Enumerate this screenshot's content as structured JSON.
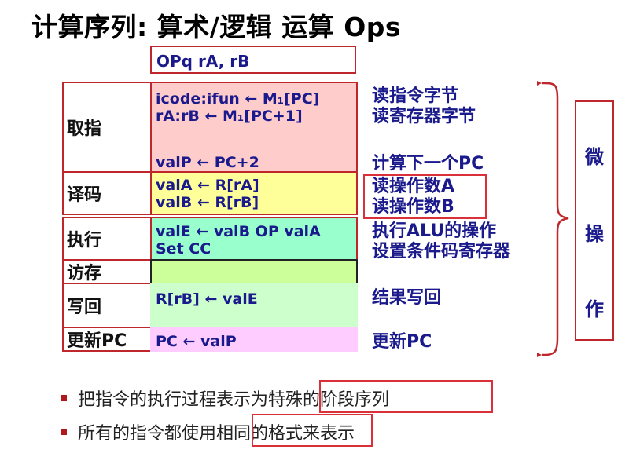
{
  "title": "计算序列: 算术/逻辑 运算 Ops",
  "instruction": "OPq rA, rB",
  "stages": [
    {
      "label": "取指",
      "ops": [
        "icode:ifun ← M₁[PC]",
        "rA:rB ← M₁[PC+1]",
        "",
        "valP ← PC+2"
      ],
      "descs": [
        "读指令字节",
        "读寄存器字节",
        "计算下一个PC"
      ],
      "color": "#ffcccc"
    },
    {
      "label": "译码",
      "ops": [
        "valA ← R[rA]",
        "valB ← R[rB]"
      ],
      "descs": [
        "读操作数A",
        "读操作数B"
      ],
      "color": "#ffff99"
    },
    {
      "label": "执行",
      "ops": [
        "valE ← valB OP valA",
        "Set CC"
      ],
      "descs": [
        "执行ALU的操作",
        "设置条件码寄存器"
      ],
      "color": "#99ffcc"
    },
    {
      "label": "访存",
      "ops": [],
      "descs": [],
      "color": "#ccff99"
    },
    {
      "label": "写回",
      "ops": [
        "R[rB] ← valE"
      ],
      "descs": [
        "结果写回"
      ],
      "color": "#ccffcc"
    },
    {
      "label": "更新PC",
      "ops": [
        "PC ← valP"
      ],
      "descs": [
        "更新PC"
      ],
      "color": "#ffccff"
    }
  ],
  "micro_ops": [
    "微",
    "操",
    "作"
  ],
  "bullets": [
    {
      "before": "把指令的执行过程表示为",
      "highlight": "特殊的阶段序列",
      "after": ""
    },
    {
      "before": "所有的指令都使用",
      "highlight": "相同的格式",
      "after": "来表示"
    }
  ],
  "colors": {
    "border": "#c0272d",
    "text_blue": "#1a1a8c",
    "bullet_marker": "#b2181f"
  }
}
